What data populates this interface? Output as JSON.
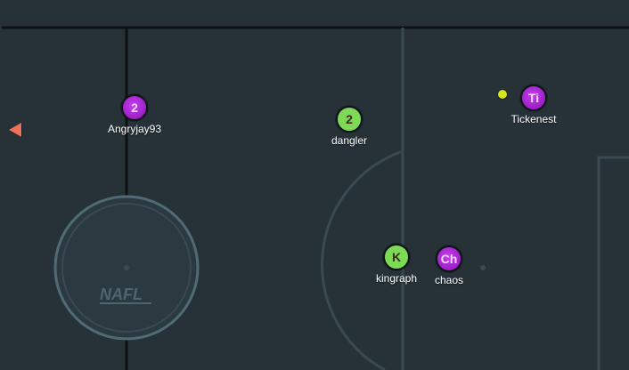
{
  "logo_text": "NAFL",
  "colors": {
    "pitch": "#263238",
    "line": "#0d1113",
    "marking": "#3a4a52",
    "team_green": "#7ed957",
    "team_purple": "#b230d6",
    "ball": "#d7e51f",
    "offscreen_indicator": "#f0705a"
  },
  "players": [
    {
      "avatar": "2",
      "name": "Angryjay93",
      "team": "purple"
    },
    {
      "avatar": "2",
      "name": "dangler",
      "team": "green"
    },
    {
      "avatar": "Ti",
      "name": "Tickenest",
      "team": "purple"
    },
    {
      "avatar": "K",
      "name": "kingraph",
      "team": "green"
    },
    {
      "avatar": "Ch",
      "name": "chaos",
      "team": "purple"
    }
  ],
  "offscreen_indicator": "left-arrow-icon"
}
